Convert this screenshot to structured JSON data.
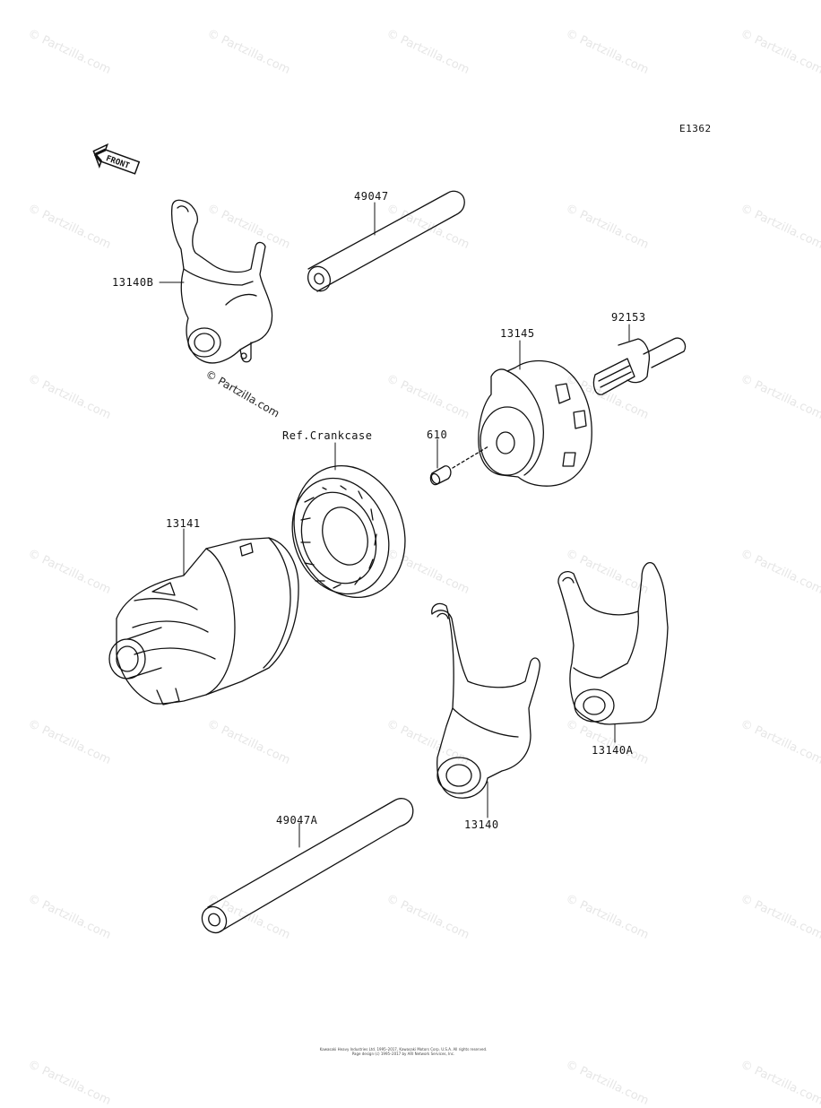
{
  "diagram_id": "E1362",
  "front_label": "FRONT",
  "parts": {
    "fork_13140B": "13140B",
    "shaft_49047": "49047",
    "bolt_92153": "92153",
    "cam_13145": "13145",
    "pin_610": "610",
    "ref_crankcase": "Ref.Crankcase",
    "drum_13141": "13141",
    "fork_13140A": "13140A",
    "fork_13140": "13140",
    "shaft_49047A": "49047A"
  },
  "watermark": "© Partzilla.com",
  "footer": {
    "line1": "Kawasaki Heavy Industries Ltd. 1995–2017, Kawasaki Motors Corp. U.S.A. All rights reserved.",
    "line2": "Page design (c) 1995–2017 by ARI Network Services, Inc."
  }
}
